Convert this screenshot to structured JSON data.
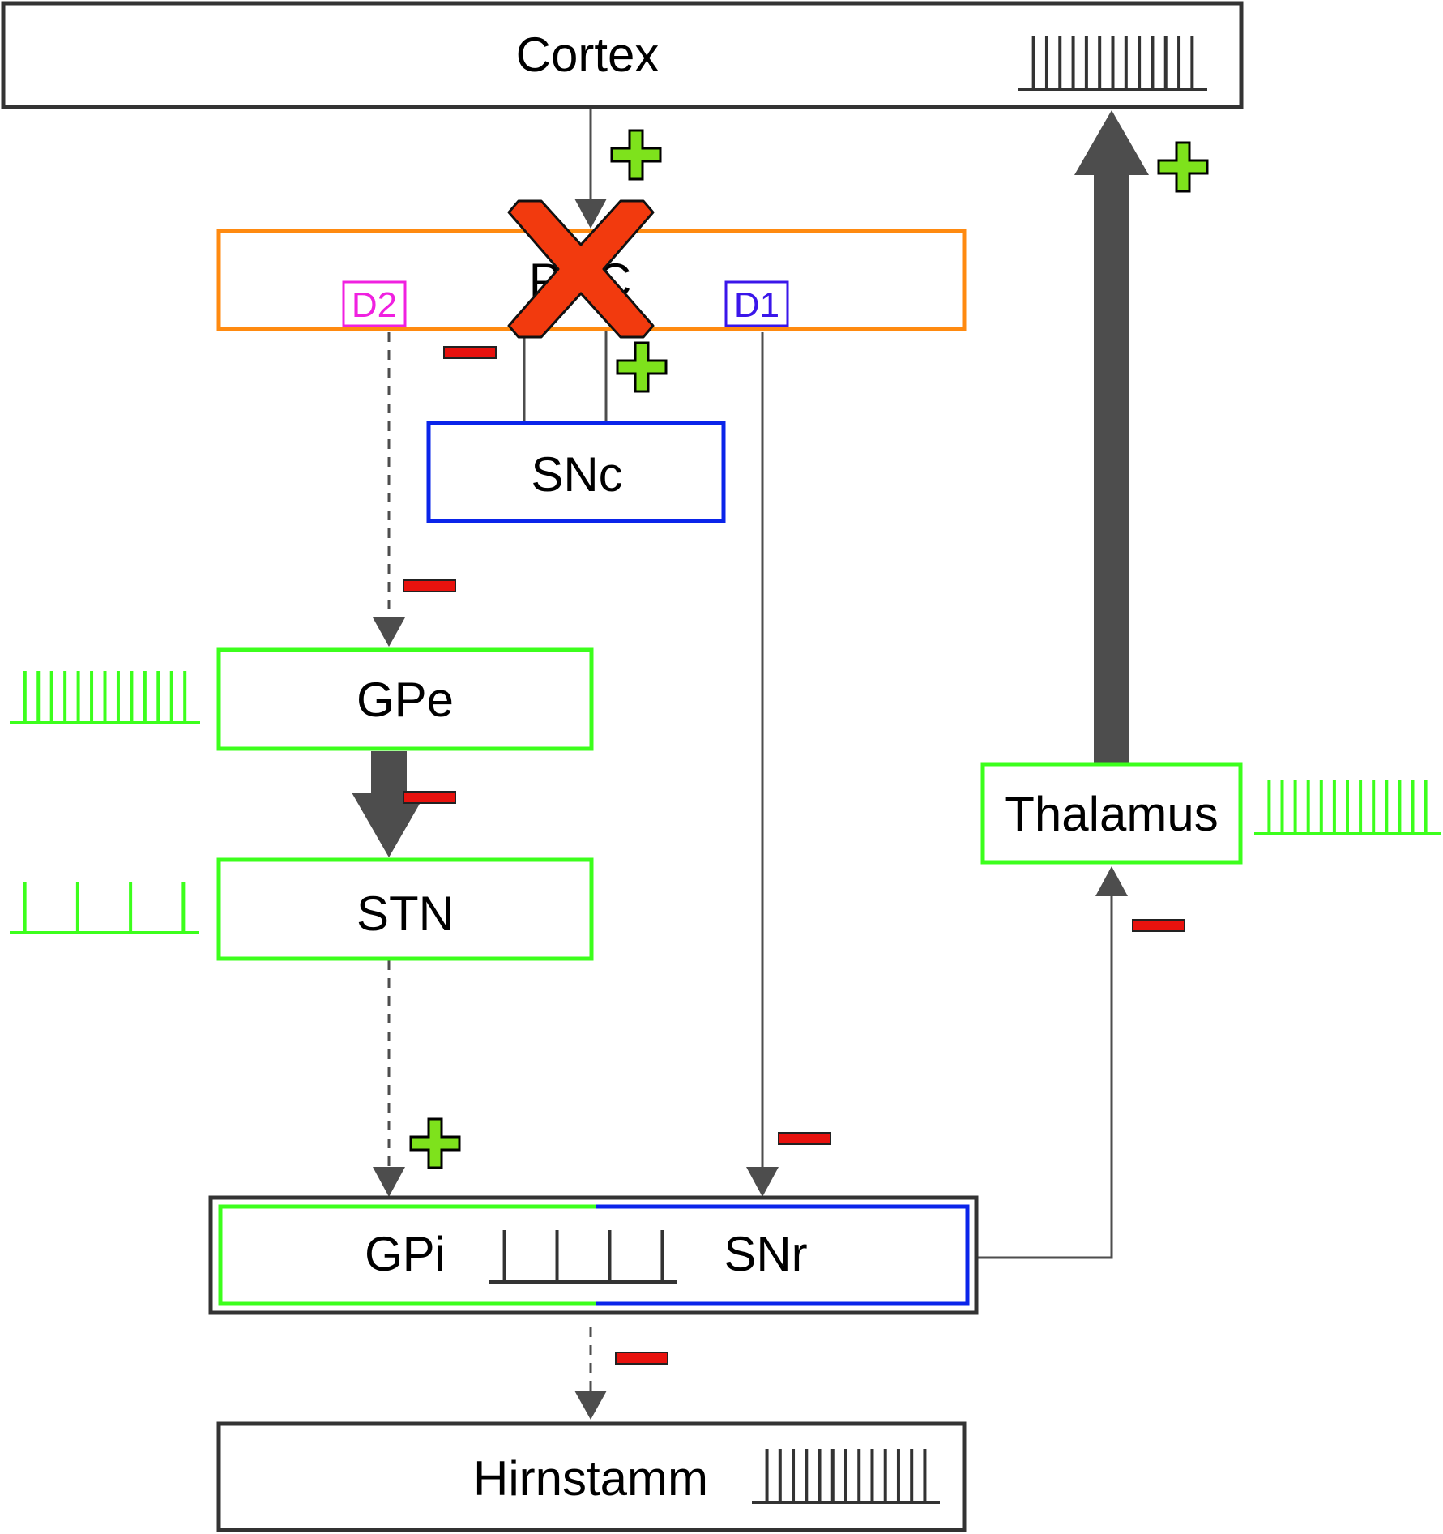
{
  "nodes": {
    "cortex": "Cortex",
    "pnc": "PNC",
    "snc": "SNc",
    "d2": "D2",
    "d1": "D1",
    "gpe": "GPe",
    "stn": "STN",
    "gpi": "GPi",
    "snr": "SNr",
    "thalamus": "Thalamus",
    "hirnstamm": "Hirnstamm"
  },
  "colors": {
    "excitatory_sign": "#7ee21c",
    "inhibitory_sign": "#e8120e",
    "lesion_cross": "#f23a0e",
    "arrow": "#4d4d4d",
    "pnc_border": "#ff8a10",
    "snc_border": "#0a24ea",
    "green_border": "#3cff1c",
    "d2_color": "#f020e0",
    "d1_color": "#3a16ea",
    "spike_green": "#3cff1c",
    "spike_dark": "#333333"
  },
  "spike_trains": {
    "cortex": 13,
    "gpe": 13,
    "stn": 4,
    "gpi_snr": 4,
    "thalamus": 13,
    "hirnstamm": 13
  }
}
